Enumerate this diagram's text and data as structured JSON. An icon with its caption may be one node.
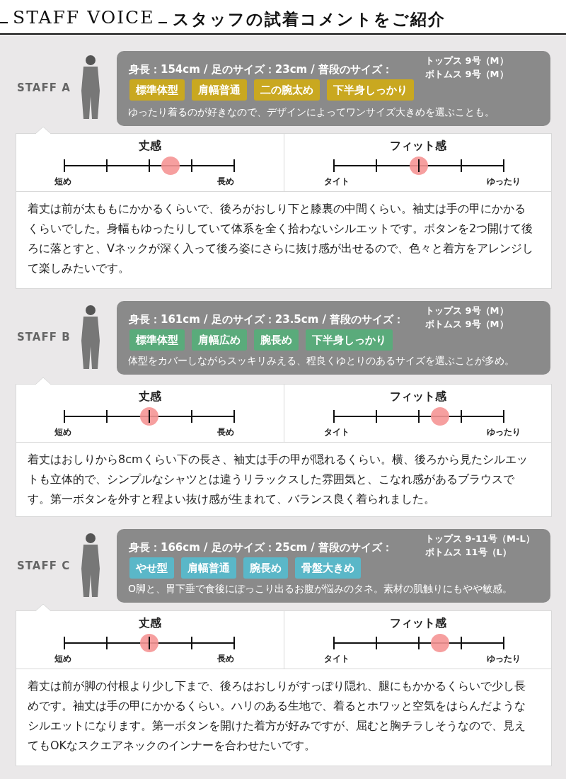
{
  "diagram": {
    "title": "STAFF VOICE",
    "nodes": [
      {
        "text": [
          "身長：154cm / 足のサイズ：23cm / 普段のサイズ：",
          "トップス 9号（M）",
          "ボトムス 9号（M）",
          "ゆったり着るのが好きなので、デザインによってワンサイズ大きめを選ぶことも。"
        ]
      },
      {
        "text": [
          "標準体型"
        ],
        "in": 0
      },
      {
        "text": [
          "肩幅普通"
        ],
        "in": 0
      },
      {
        "text": [
          "二の腕太め"
        ],
        "in": 0
      },
      {
        "text": [
          "下半身しっかり"
        ],
        "in": 0
      },
      {
        "text": [
          "着丈は前が太ももにかかるくらいで、後ろがおしり下と膝裏の中間くらい。袖丈は手の甲にかかるくらいでした。身幅もゆったりしていて体系を全く拾わないシルエットです。ボタンを2つ開けて後ろに落とすと、Vネックが深く入って後ろ姿にさらに抜け感が出せるので、色々と着方をアレンジして楽しみたいです。"
        ]
      },
      {
        "text": [
          "丈感",
          "短め",
          "長め"
        ],
        "in": 5
      },
      {
        "text": [
          "フィット感",
          "タイト",
          "ゆったり"
        ],
        "in": 5
      },
      {
        "text": [
          "身長：161cm / 足のサイズ：23.5cm / 普段のサイズ：",
          "トップス 9号（M）",
          "ボトムス 9号（M）",
          "体型をカバーしながらスッキリみえる、程良くゆとりのあるサイズを選ぶことが多め。"
        ]
      },
      {
        "text": [
          "標準体型"
        ],
        "in": 8
      },
      {
        "text": [
          "肩幅広め"
        ],
        "in": 8
      },
      {
        "text": [
          "腕長め"
        ],
        "in": 8
      },
      {
        "text": [
          "下半身しっかり"
        ],
        "in": 8
      },
      {
        "text": [
          "着丈はおしりから8cmくらい下の長さ、袖丈は手の甲が隠れるくらい。横、後ろから見たシルエットも立体的で、シンプルなシャツとは違うリラックスした雰囲気と、こなれ感があるブラウスです。第一ボタンを外すと程よい抜け感が生まれて、バランス良く着られました。"
        ]
      },
      {
        "text": [
          "丈感",
          "短め",
          "長め"
        ],
        "in": 13
      },
      {
        "text": [
          "フィット感",
          "タイト",
          "ゆったり"
        ],
        "in": 13
      },
      {
        "text": [
          "身長：166cm / 足のサイズ：25cm / 普段のサイズ：",
          "トップス 9-11号（M-L）",
          "ボトムス 11号（L）",
          "O脚と、胃下垂で食後にぽっこり出るお腹が悩みのタネ。素材の肌触りにもやや敏感。"
        ]
      },
      {
        "text": [
          "やせ型"
        ],
        "in": 16
      },
      {
        "text": [
          "肩幅普通"
        ],
        "in": 16
      },
      {
        "text": [
          "腕長め"
        ],
        "in": 16
      },
      {
        "text": [
          "骨盤大きめ"
        ],
        "in": 16
      },
      {
        "text": [
          "着丈は前が脚の付根より少し下まで、後ろはおしりがすっぽり隠れ、腿にもかかるくらいで少し長めです。袖丈は手の甲にかかるくらい。ハリのある生地で、着るとホワッと空気をはらんだようなシルエットになります。第一ボタンを開けた着方が好みですが、屈むと胸チラしそうなので、見えてもOKなスクエアネックのインナーを合わせたいです。"
        ]
      },
      {
        "text": [
          "丈感",
          "短め",
          "長め"
        ],
        "in": 21
      },
      {
        "text": [
          "フィット感",
          "タイト",
          "ゆったり"
        ],
        "in": 21
      }
    ],
    "labels": [
      "スタッフの試着コメントをご紹介",
      "STAFF A",
      "STAFF B",
      "STAFF C"
    ]
  }
}
